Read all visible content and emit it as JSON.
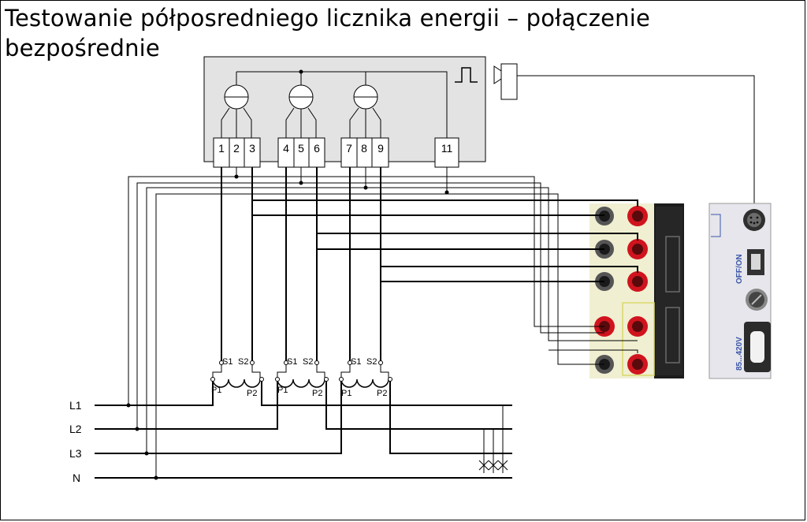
{
  "title": {
    "line1": "Testowanie półposredniego licznika energii  – połączenie",
    "line2": "bezpośrednie"
  },
  "meter": {
    "terminals": [
      "1",
      "2",
      "3",
      "4",
      "5",
      "6",
      "7",
      "8",
      "9",
      "11"
    ]
  },
  "transformers": [
    {
      "s1": "S1",
      "s2": "S2",
      "p1": "P1",
      "p2": "P2"
    },
    {
      "s1": "S1",
      "s2": "S2",
      "p1": "P1",
      "p2": "P2"
    },
    {
      "s1": "S1",
      "s2": "S2",
      "p1": "P1",
      "p2": "P2"
    }
  ],
  "lines": [
    "L1",
    "L2",
    "L3",
    "N"
  ],
  "device": {
    "panel_labels": [
      "OFF/ON",
      "85...420V"
    ]
  },
  "colors": {
    "meter_box": "#e3e3e3",
    "socket_red": "#c8141e",
    "socket_black": "#2a2a2a",
    "panel_bg": "#ececf2",
    "panel_text": "#3a55a8"
  }
}
